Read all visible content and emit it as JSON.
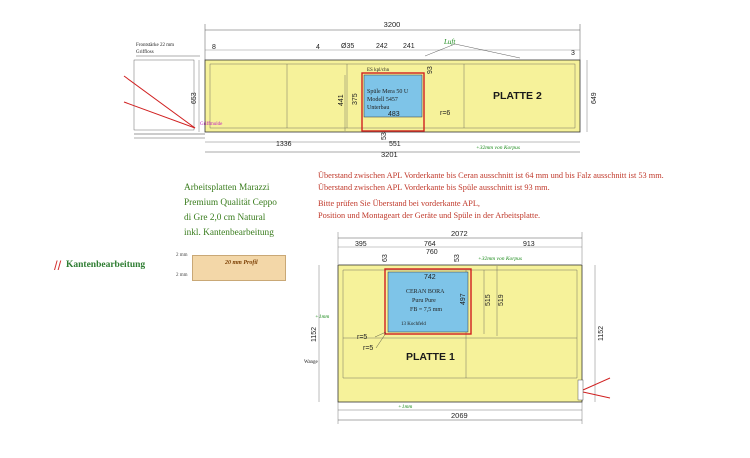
{
  "notes": {
    "line1": "Überstand zwischen APL Vorderkante bis Ceran ausschnitt ist 64 mm und bis Falz ausschnitt ist 53 mm.",
    "line2": "Überstand zwischen APL Vorderkante bis Spüle ausschnitt ist 93 mm.",
    "line3": "Bitte prüfen Sie Überstand bei vorderkante APL,",
    "line4": "Position und Montageart der Geräte und Spüle in der Arbeitsplatte."
  },
  "product": {
    "line1": "Arbeitsplatten Marazzi",
    "line2": "Premium Qualität Ceppo",
    "line3": "di Gre 2,0 cm Natural",
    "line4": "inkl. Kantenbearbeitung"
  },
  "legend": {
    "edge_label": "Kantenbearbeitung",
    "edge_mark": "//",
    "profile_text": "20 mm Profil",
    "thickness_top": "2 mm",
    "thickness_bottom": "2 mm"
  },
  "plate2": {
    "label": "PLATTE 2",
    "front_note_1": "Frontstärke 22 mm",
    "front_note_2": "Griffloss",
    "sink_text_1": "Spüle Mera 50 U",
    "sink_text_2": "Modell 5457",
    "sink_text_3": "Unterbau",
    "sink_corner": "ES kpl/chn",
    "luft": "Luft",
    "griffmulde": "Griffmulde",
    "dims": {
      "total_width": "3200",
      "bottom_width": "3201",
      "d1336": "1336",
      "d551": "551",
      "d242": "242",
      "d241": "241",
      "o35": "Ø35",
      "left_depth": "653",
      "right_depth": "649",
      "sink_depth": "441",
      "sink_inner": "375",
      "sink_w": "483",
      "r6": "r=6",
      "k_left": "8",
      "k_mid": "4",
      "k_right": "3",
      "k_s1": "53",
      "k_s2": "93",
      "plus32": "+32mm von Korpus"
    }
  },
  "plate1": {
    "label": "PLATTE 1",
    "hob_text_1": "CERAN BORA",
    "hob_text_2": "Puru Pure",
    "hob_text_3": "FB = 7,5 mm",
    "hob_corner": "13 Kochfeld",
    "side_note": "Wange",
    "dims": {
      "total_width": "2072",
      "d395": "395",
      "d764": "764",
      "d760": "760",
      "d913": "913",
      "d742": "742",
      "d63": "63",
      "d53": "53",
      "left_depth": "1152",
      "right_depth": "1152",
      "hob_depth": "497",
      "d515": "515",
      "d519": "519",
      "r5a": "r=5",
      "r5b": "r=5",
      "bottom_width": "2069",
      "plus1_left": "+1mm",
      "plus1_bottom": "+1mm",
      "plus32": "+32mm von Korpus"
    }
  }
}
